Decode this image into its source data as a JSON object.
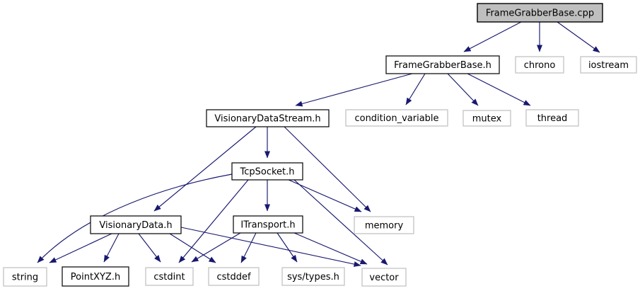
{
  "diagram": {
    "type": "include-dependency-graph",
    "root_file": "FrameGrabberBase.cpp",
    "colors": {
      "edge": "#191970",
      "root_node_fill": "#bfbfbf",
      "node_fill": "#ffffff",
      "documented_node_border": "#000000",
      "system_node_border": "#bfbfbf",
      "text": "#000000",
      "background": "#ffffff"
    },
    "nodes": [
      {
        "label": "FrameGrabberBase.cpp",
        "kind": "root-source-file",
        "clickable": false
      },
      {
        "label": "FrameGrabberBase.h",
        "kind": "project-header",
        "clickable": true
      },
      {
        "label": "chrono",
        "kind": "system-header",
        "clickable": false
      },
      {
        "label": "iostream",
        "kind": "system-header",
        "clickable": false
      },
      {
        "label": "VisionaryDataStream.h",
        "kind": "project-header",
        "clickable": true
      },
      {
        "label": "condition_variable",
        "kind": "system-header",
        "clickable": false
      },
      {
        "label": "mutex",
        "kind": "system-header",
        "clickable": false
      },
      {
        "label": "thread",
        "kind": "system-header",
        "clickable": false
      },
      {
        "label": "TcpSocket.h",
        "kind": "project-header",
        "clickable": true
      },
      {
        "label": "VisionaryData.h",
        "kind": "project-header",
        "clickable": true
      },
      {
        "label": "ITransport.h",
        "kind": "project-header",
        "clickable": true
      },
      {
        "label": "memory",
        "kind": "system-header",
        "clickable": false
      },
      {
        "label": "string",
        "kind": "system-header",
        "clickable": false
      },
      {
        "label": "PointXYZ.h",
        "kind": "project-header",
        "clickable": true
      },
      {
        "label": "cstdint",
        "kind": "system-header",
        "clickable": false
      },
      {
        "label": "cstddef",
        "kind": "system-header",
        "clickable": false
      },
      {
        "label": "sys/types.h",
        "kind": "system-header",
        "clickable": false
      },
      {
        "label": "vector",
        "kind": "system-header",
        "clickable": false
      }
    ],
    "edges": [
      {
        "from": "FrameGrabberBase.cpp",
        "to": "FrameGrabberBase.h"
      },
      {
        "from": "FrameGrabberBase.cpp",
        "to": "chrono"
      },
      {
        "from": "FrameGrabberBase.cpp",
        "to": "iostream"
      },
      {
        "from": "FrameGrabberBase.h",
        "to": "VisionaryDataStream.h"
      },
      {
        "from": "FrameGrabberBase.h",
        "to": "condition_variable"
      },
      {
        "from": "FrameGrabberBase.h",
        "to": "mutex"
      },
      {
        "from": "FrameGrabberBase.h",
        "to": "thread"
      },
      {
        "from": "VisionaryDataStream.h",
        "to": "TcpSocket.h"
      },
      {
        "from": "VisionaryDataStream.h",
        "to": "VisionaryData.h"
      },
      {
        "from": "VisionaryDataStream.h",
        "to": "memory"
      },
      {
        "from": "TcpSocket.h",
        "to": "ITransport.h"
      },
      {
        "from": "TcpSocket.h",
        "to": "string"
      },
      {
        "from": "TcpSocket.h",
        "to": "cstdint"
      },
      {
        "from": "TcpSocket.h",
        "to": "memory"
      },
      {
        "from": "TcpSocket.h",
        "to": "vector"
      },
      {
        "from": "VisionaryData.h",
        "to": "string"
      },
      {
        "from": "VisionaryData.h",
        "to": "PointXYZ.h"
      },
      {
        "from": "VisionaryData.h",
        "to": "cstdint"
      },
      {
        "from": "VisionaryData.h",
        "to": "cstddef"
      },
      {
        "from": "VisionaryData.h",
        "to": "vector"
      },
      {
        "from": "ITransport.h",
        "to": "cstdint"
      },
      {
        "from": "ITransport.h",
        "to": "cstddef"
      },
      {
        "from": "ITransport.h",
        "to": "sys/types.h"
      },
      {
        "from": "ITransport.h",
        "to": "vector"
      }
    ]
  }
}
